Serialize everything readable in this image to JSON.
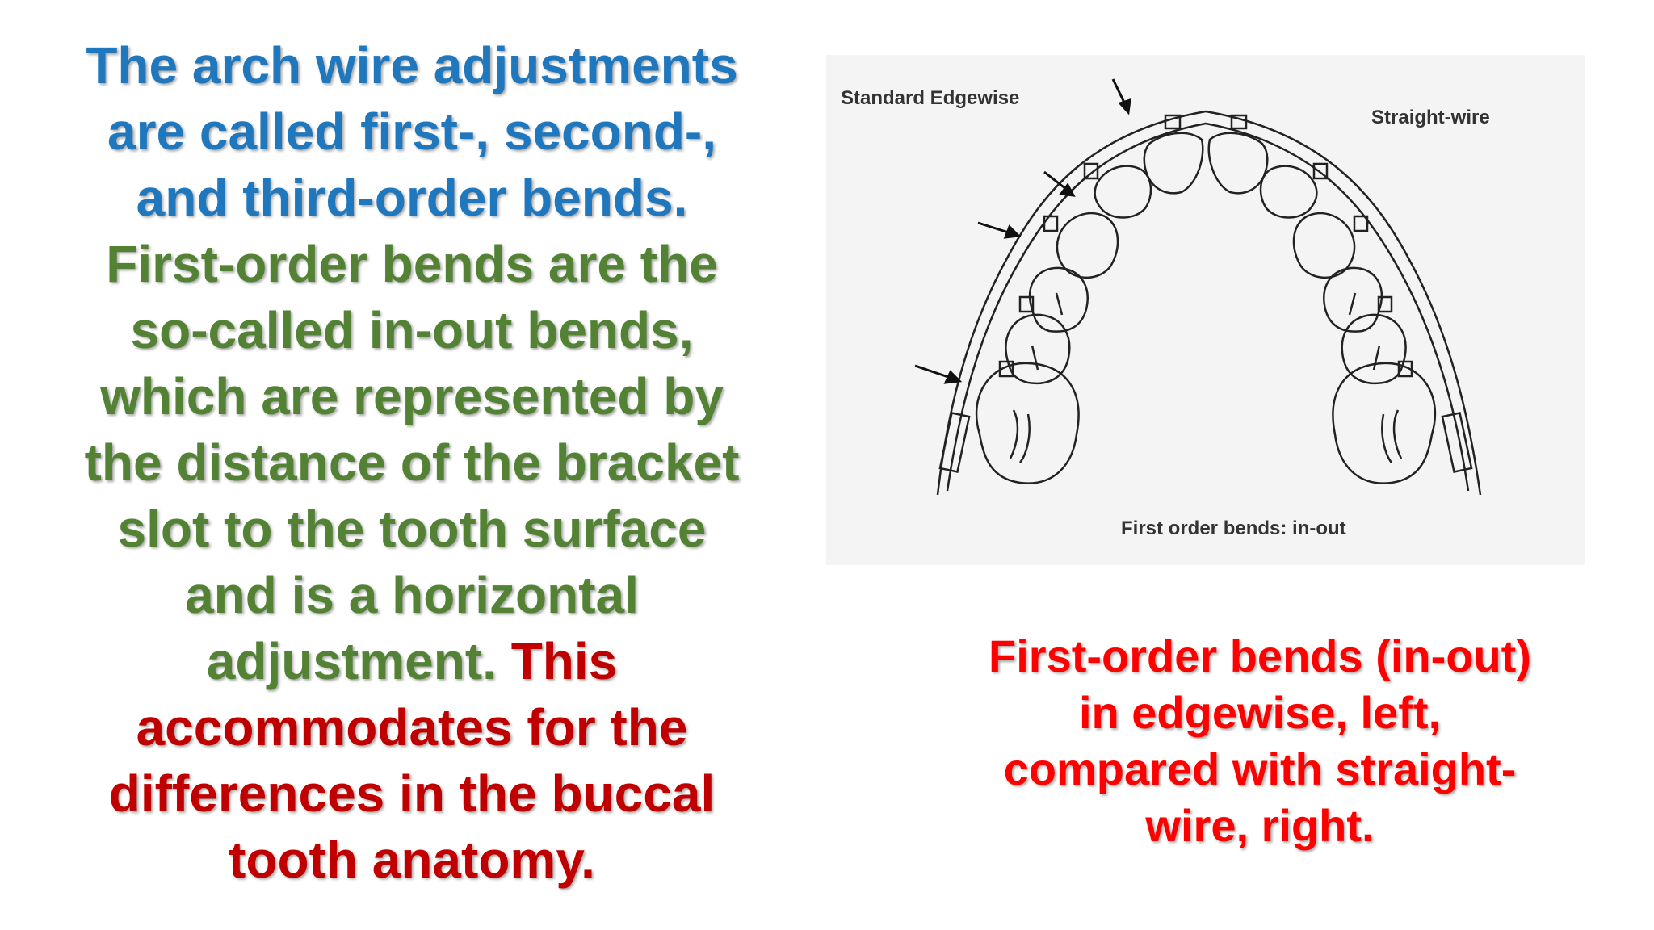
{
  "main_text": {
    "blue_lines": [
      "The arch wire adjustments",
      "are called first-, second-,",
      "and third-order bends."
    ],
    "green_lines": [
      "First-order bends are the",
      "so-called in-out bends,",
      "which are represented by",
      "the distance of the bracket",
      "slot to the tooth surface",
      "and is a horizontal",
      "adjustment."
    ],
    "red_inline": "This",
    "red_lines": [
      "accommodates for the",
      "differences in the buccal",
      "tooth anatomy"
    ],
    "trailing_period": "."
  },
  "figure": {
    "label_left": "Standard Edgewise",
    "label_right": "Straight-wire",
    "label_bottom": "First order bends: in-out"
  },
  "caption": {
    "lines": [
      "First-order bends (in-out)",
      "in edgewise, left,",
      "compared with straight-",
      "wire, right."
    ]
  },
  "colors": {
    "blue": "#1f77bd",
    "green": "#548235",
    "red": "#c00000",
    "caption_red": "#ff0000",
    "figure_bg": "#f4f4f4"
  }
}
